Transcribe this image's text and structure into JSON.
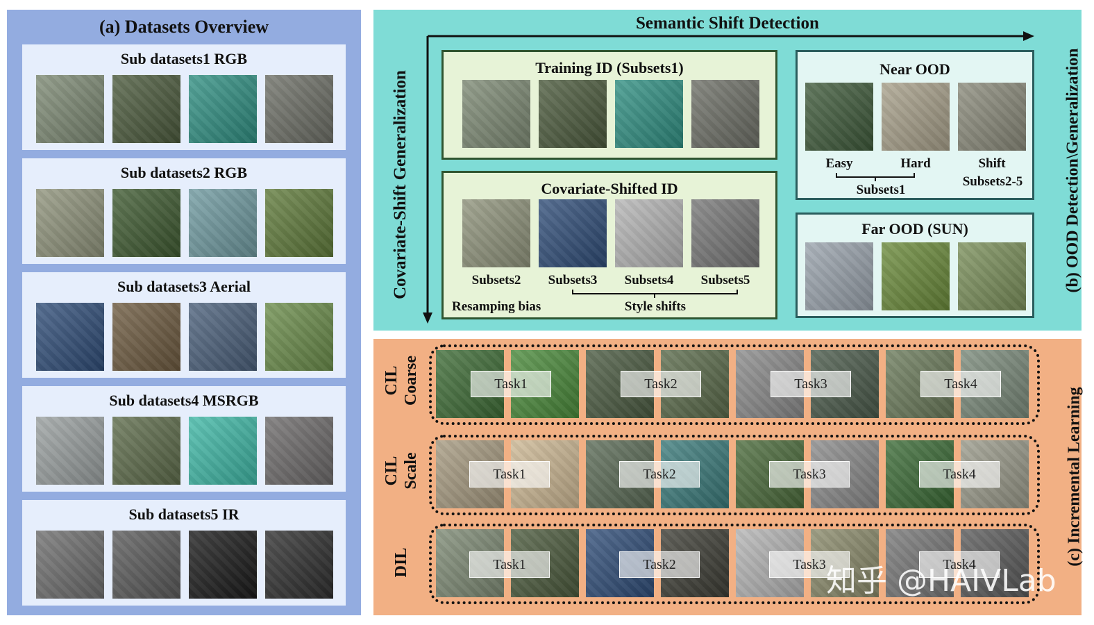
{
  "panel_a": {
    "title": "(a) Datasets Overview",
    "subsets": [
      {
        "title": "Sub datasets1 RGB",
        "tiles": [
          "#7d8a74",
          "#4b5a3c",
          "#2f8f82",
          "#6d6f66"
        ]
      },
      {
        "title": "Sub datasets2 RGB",
        "tiles": [
          "#8f937b",
          "#3e5a30",
          "#6f9aa0",
          "#5f7a3a"
        ]
      },
      {
        "title": "Sub datasets3 Aerial",
        "tiles": [
          "#2f4d78",
          "#6d5a3f",
          "#4a5f7a",
          "#6a8c4a"
        ]
      },
      {
        "title": "Sub datasets4 MSRGB",
        "tiles": [
          "#9aa0a0",
          "#5d6b4a",
          "#3fb8a6",
          "#6d6a6a"
        ]
      },
      {
        "title": "Sub datasets5 IR",
        "tiles": [
          "#6e6e6e",
          "#5a5a5a",
          "#1a1a1a",
          "#2e2e2e"
        ]
      }
    ]
  },
  "panel_b": {
    "top_axis": "Semantic Shift Detection",
    "left_axis": "Covariate-Shift Generalization",
    "right_label": "(b) OOD Detection\\Generalization",
    "training": {
      "title": "Training ID (Subsets1)",
      "tiles": [
        "#7d8a74",
        "#4b5a3c",
        "#2f8f82",
        "#6d6f66"
      ]
    },
    "covariate": {
      "title": "Covariate-Shifted ID",
      "tiles": [
        "#8f937b",
        "#2f4d78",
        "#b5b5b5",
        "#777777"
      ],
      "labels": [
        "Subsets2",
        "Subsets3",
        "Subsets4",
        "Subsets5"
      ],
      "bias_label": "Resamping bias",
      "style_label": "Style shifts"
    },
    "near": {
      "title": "Near OOD",
      "tiles": [
        "#3e5a3a",
        "#a8a08a",
        "#8a8a7a"
      ],
      "easy": "Easy",
      "hard": "Hard",
      "shift": "Shift",
      "subsets1": "Subsets1",
      "subsets25": "Subsets2-5"
    },
    "far": {
      "title": "Far OOD (SUN)",
      "tiles": [
        "#9aa3ad",
        "#6a8a3a",
        "#7a8f5a"
      ]
    }
  },
  "panel_c": {
    "side_label": "(c) Incremental Learning",
    "rows": [
      {
        "label_a": "CIL",
        "label_b": "Coarse",
        "tiles": [
          "#3d6b35",
          "#4a8a3a",
          "#4a5a40",
          "#5a6a4a",
          "#8a8a8a",
          "#4a5a4a",
          "#6a7a5a",
          "#7a8a7a"
        ],
        "tasks": [
          "Task1",
          "Task2",
          "Task3",
          "Task4"
        ]
      },
      {
        "label_a": "CIL",
        "label_b": "Scale",
        "tiles": [
          "#a69a80",
          "#cdb894",
          "#5a6a55",
          "#3a7a7a",
          "#4a6a3a",
          "#8a8a8a",
          "#3a6a35",
          "#9a9a8a"
        ],
        "tasks": [
          "Task1",
          "Task2",
          "Task3",
          "Task4"
        ]
      },
      {
        "label_a": "DIL",
        "label_b": "",
        "tiles": [
          "#7d8a74",
          "#4b5a3c",
          "#2f4d78",
          "#3d3d35",
          "#b5b5b5",
          "#8a8a6a",
          "#777777",
          "#5a5a5a"
        ],
        "tasks": [
          "Task1",
          "Task2",
          "Task3",
          "Task4"
        ]
      }
    ]
  },
  "watermark": "知乎 @HAIVLab"
}
